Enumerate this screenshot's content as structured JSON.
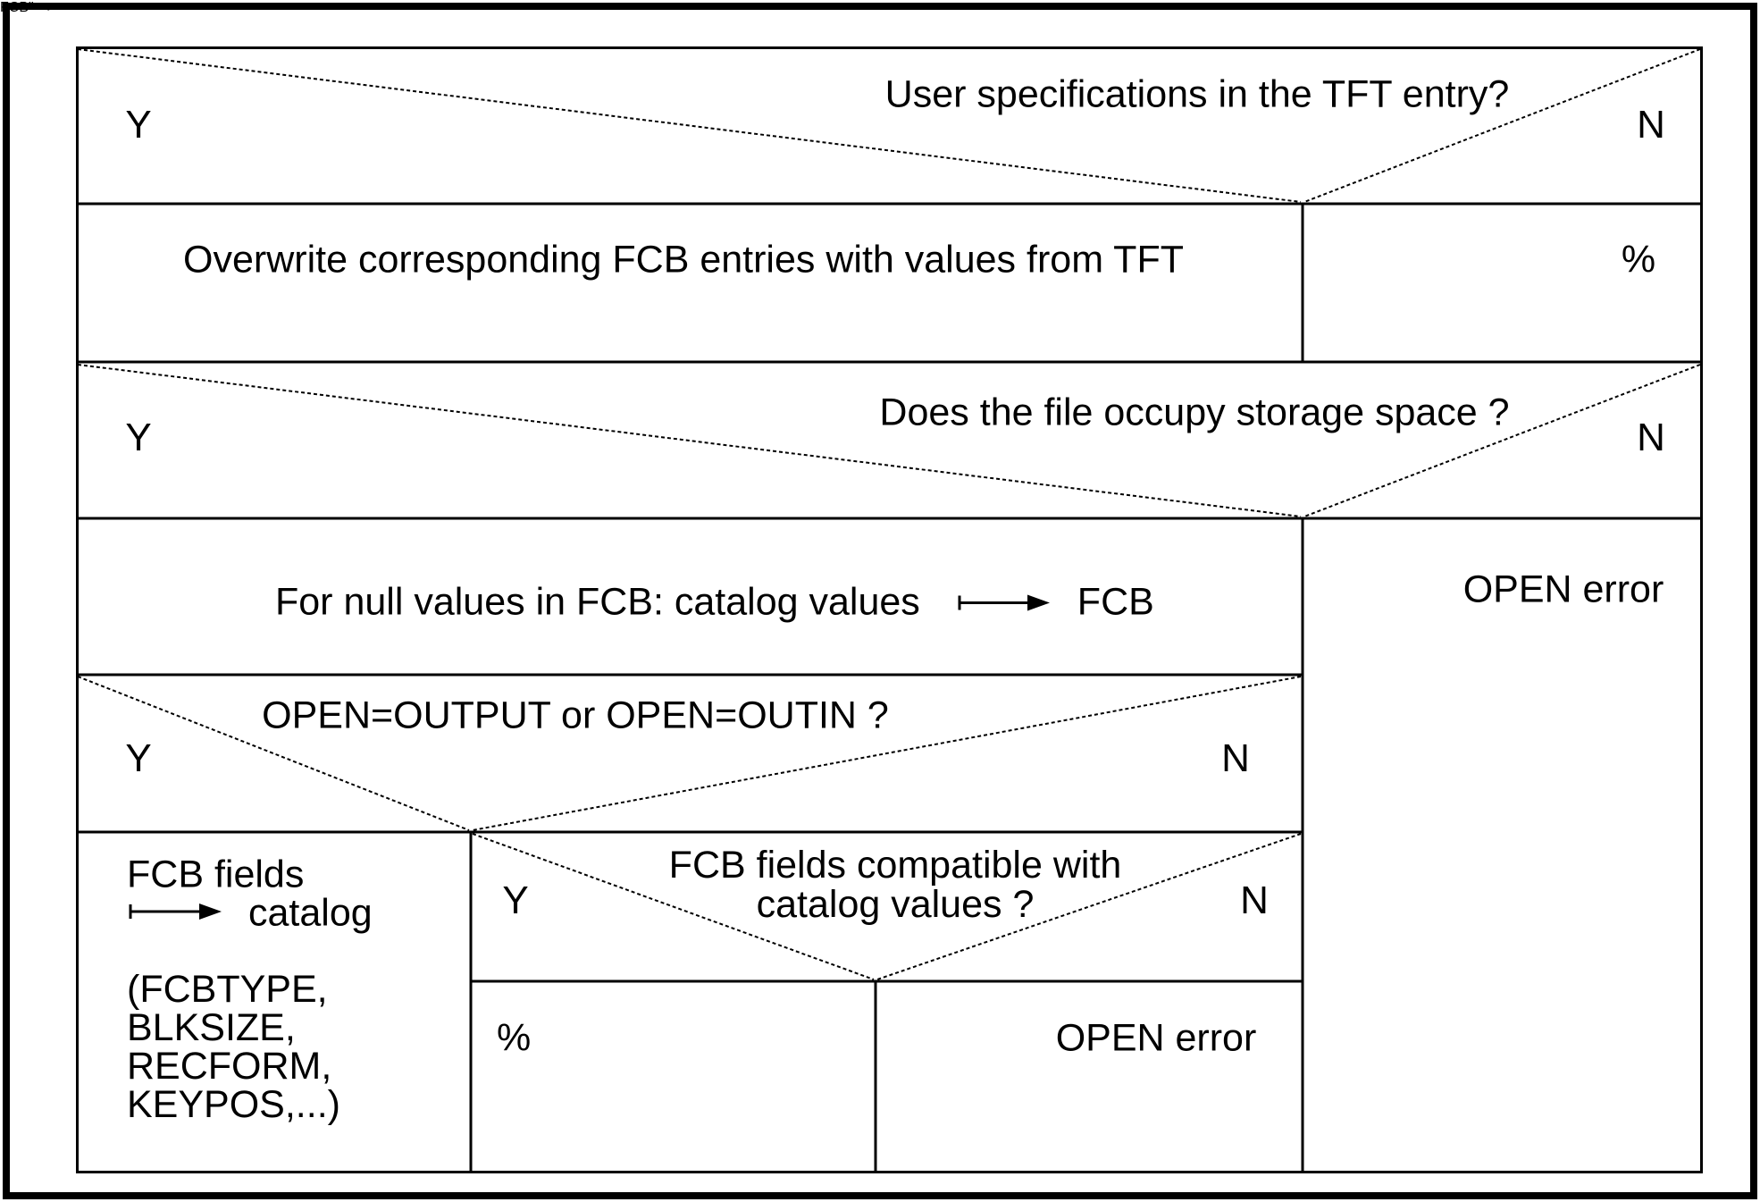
{
  "colors": {
    "line": "#000000",
    "text": "#000000",
    "background": "#ffffff"
  },
  "diagram": {
    "decision_tft": {
      "question": "User specifications in the TFT entry?",
      "yes": "Y",
      "no": "N"
    },
    "action_overwrite": {
      "text": "Overwrite corresponding FCB entries with values from TFT"
    },
    "cell_no_tft": {
      "text": "%"
    },
    "decision_storage": {
      "question": "Does the file occupy storage space ?",
      "yes": "Y",
      "no": "N"
    },
    "action_null_values": {
      "text": "For null values in FCB: catalog values",
      "arrow": "right-arrow",
      "arrow_target": "FCB"
    },
    "cell_open_error_right": {
      "text": "OPEN error"
    },
    "decision_open_mode": {
      "question": "OPEN=OUTPUT or OPEN=OUTIN ?",
      "yes": "Y",
      "no": "N"
    },
    "decision_compatible": {
      "question_line1": "FCB fields compatible with",
      "question_line2": "catalog values ?",
      "yes": "Y",
      "no": "N"
    },
    "cell_fcb_to_catalog": {
      "line1": "FCB fields",
      "arrow": "right-arrow",
      "arrow_target": "catalog",
      "params": [
        "(FCBTYPE,",
        "BLKSIZE,",
        "RECFORM,",
        "KEYPOS,...)"
      ]
    },
    "cell_percent_bottom": {
      "text": "%"
    },
    "cell_open_error_bottom": {
      "text": "OPEN error"
    }
  }
}
